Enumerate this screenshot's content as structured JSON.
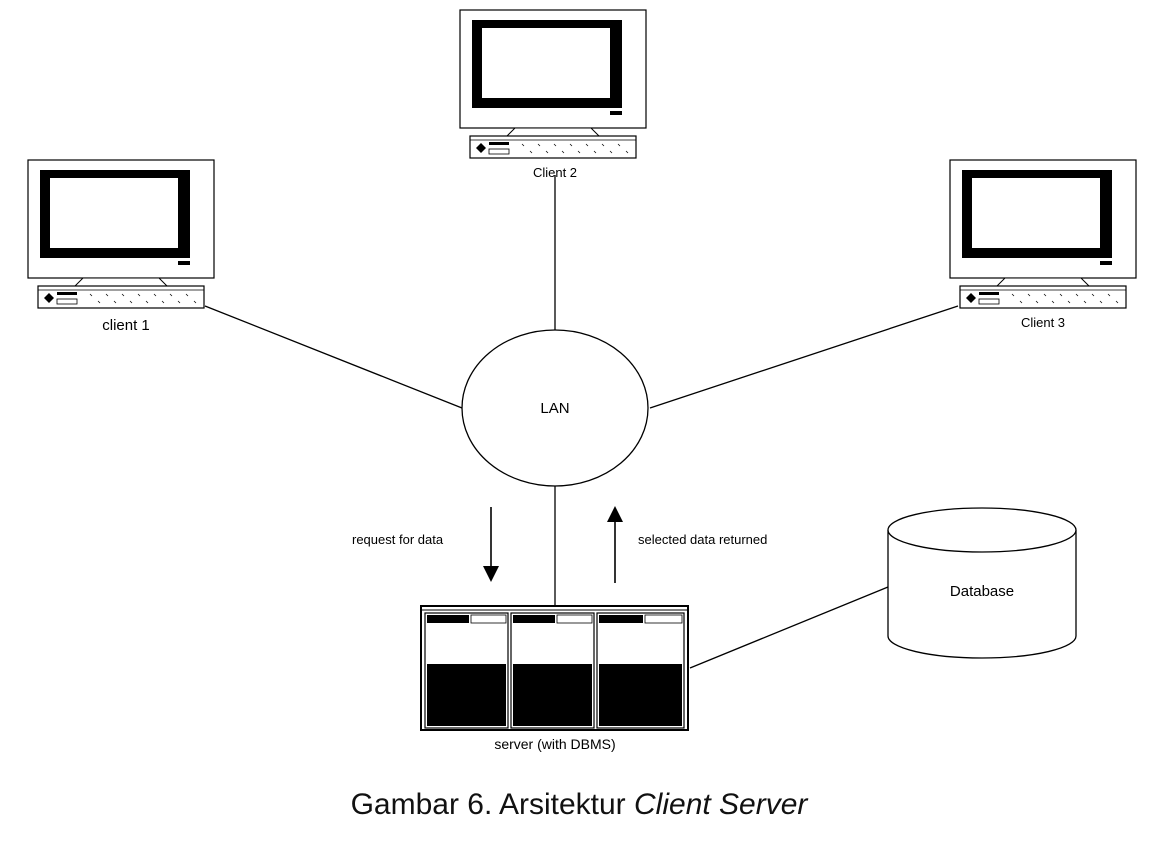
{
  "nodes": {
    "client1": "client 1",
    "client2": "Client 2",
    "client3": "Client 3",
    "lan": "LAN",
    "server": "server (with DBMS)",
    "database": "Database"
  },
  "arrows": {
    "request": "request for data",
    "returned": "selected data returned"
  },
  "caption": {
    "prefix": "Gambar 6. Arsitektur ",
    "italic": "Client Server"
  }
}
